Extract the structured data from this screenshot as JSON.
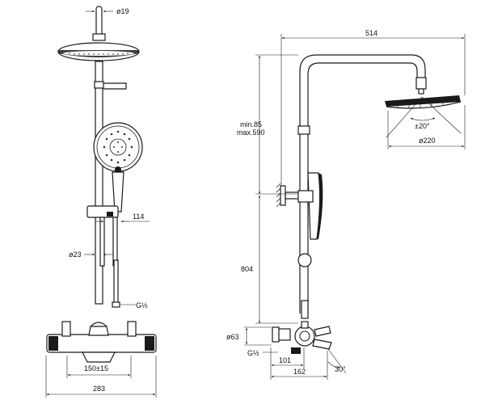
{
  "front_view": {
    "labels": {
      "pipe_diameter_top": "ø19",
      "arm_offset": "114",
      "pipe_diameter": "ø23",
      "thread_inlet": "G½",
      "inlet_spacing": "150±15",
      "total_width": "283"
    }
  },
  "side_view": {
    "labels": {
      "projection": "514",
      "height_adjust": "min.85\nmax.590",
      "height_adjust_line1": "min.85",
      "height_adjust_line2": "max.590",
      "swivel_angle": "±20°",
      "head_diameter": "ø220",
      "bar_height": "804",
      "mixer_diameter": "ø63",
      "thread_inlet": "G½",
      "mixer_depth": "101",
      "spout_depth": "162",
      "spout_angle": "30°"
    }
  }
}
